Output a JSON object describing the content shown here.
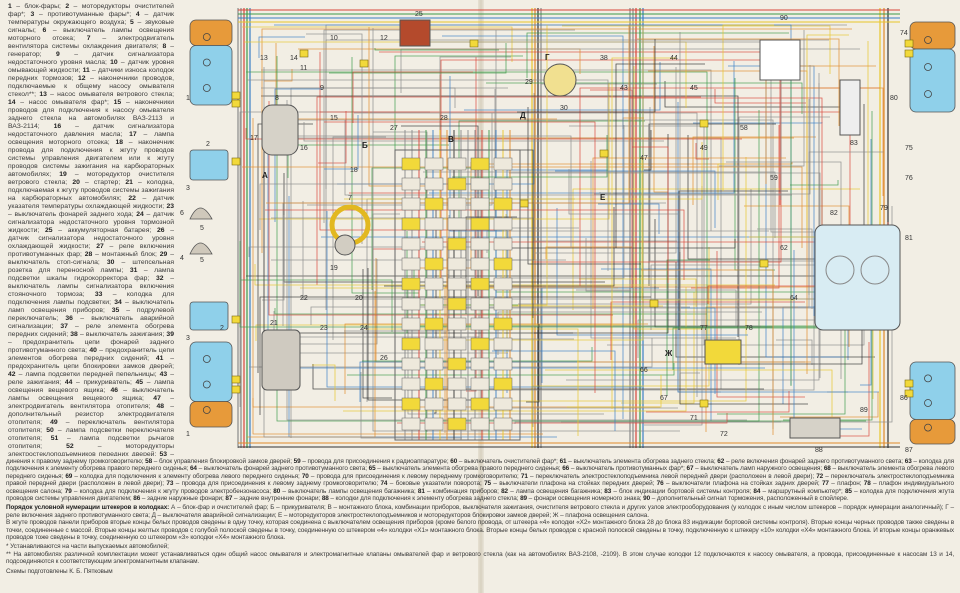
{
  "legend_column": [
    {
      "num": "1",
      "text": "блок-фары;"
    },
    {
      "num": "2",
      "text": "моторедукторы очистителей фар*;"
    },
    {
      "num": "3",
      "text": "противотуманные фары*;"
    },
    {
      "num": "4",
      "text": "датчик температуры окружающего воздуха;"
    },
    {
      "num": "5",
      "text": "звуковые сигналы;"
    },
    {
      "num": "6",
      "text": "выключатель лампы освещения моторного отсека;"
    },
    {
      "num": "7",
      "text": "электродвигатель вентилятора системы охлаждения двигателя;"
    },
    {
      "num": "8",
      "text": "генератор;"
    },
    {
      "num": "9",
      "text": "датчик сигнализатора недостаточного уровня масла;"
    },
    {
      "num": "10",
      "text": "датчик уровня омывающей жидкости;"
    },
    {
      "num": "11",
      "text": "датчики износа колодок передних тормозов;"
    },
    {
      "num": "12",
      "text": "наконечники проводов, подключаемые к общему насосу омывателя стекол**;"
    },
    {
      "num": "13",
      "text": "насос омывателя ветрового стекла;"
    },
    {
      "num": "14",
      "text": "насос омывателя фар*;"
    },
    {
      "num": "15",
      "text": "наконечники проводов для подключения к насосу омывателя заднего стекла на автомобилях ВАЗ-2113 и ВАЗ-2114;"
    },
    {
      "num": "16",
      "text": "датчик сигнализатора недостаточного давления масла;"
    },
    {
      "num": "17",
      "text": "лампа освещения моторного отсека;"
    },
    {
      "num": "18",
      "text": "наконечник провода для подключения к жгуту проводов системы управления двигателем или к жгуту проводов системы зажигания на карбюраторных автомобилях;"
    },
    {
      "num": "19",
      "text": "моторедуктор очистителя ветрового стекла;"
    },
    {
      "num": "20",
      "text": "стартер;"
    },
    {
      "num": "21",
      "text": "колодка, подключаемая к жгуту проводов системы зажигания на карбюраторных автомобилях;"
    },
    {
      "num": "22",
      "text": "датчик указателя температуры охлаждающей жидкости;"
    },
    {
      "num": "23",
      "text": "выключатель фонарей заднего хода;"
    },
    {
      "num": "24",
      "text": "датчик сигнализатора недостаточного уровня тормозной жидкости;"
    },
    {
      "num": "25",
      "text": "аккумуляторная батарея;"
    },
    {
      "num": "26",
      "text": "датчик сигнализатора недостаточного уровня охлаждающей жидкости;"
    },
    {
      "num": "27",
      "text": "реле включения противотуманных фар;"
    },
    {
      "num": "28",
      "text": "монтажный блок;"
    },
    {
      "num": "29",
      "text": "выключатель стоп-сигнала;"
    },
    {
      "num": "30",
      "text": "штепсельная розетка для переносной лампы;"
    },
    {
      "num": "31",
      "text": "лампа подсветки шкалы гидрокорректора фар;"
    },
    {
      "num": "32",
      "text": "выключатель лампы сигнализатора включения стояночного тормоза;"
    },
    {
      "num": "33",
      "text": "колодка для подключения лампы подсветки;"
    },
    {
      "num": "34",
      "text": "выключатель ламп освещения приборов;"
    },
    {
      "num": "35",
      "text": "подрулевой переключатель;"
    },
    {
      "num": "36",
      "text": "выключатель аварийной сигнализации;"
    },
    {
      "num": "37",
      "text": "реле элемента обогрева передних сидений;"
    },
    {
      "num": "38",
      "text": "выключатель зажигания;"
    },
    {
      "num": "39",
      "text": "предохранитель цепи фонарей заднего противотуманного света;"
    },
    {
      "num": "40",
      "text": "предохранитель цепи элементов обогрева передних сидений;"
    },
    {
      "num": "41",
      "text": "предохранитель цепи блокировки замков дверей;"
    },
    {
      "num": "42",
      "text": "лампа подсветки передней пепельницы;"
    },
    {
      "num": "43",
      "text": "реле зажигания;"
    },
    {
      "num": "44",
      "text": "прикуриватель;"
    },
    {
      "num": "45",
      "text": "лампа освещения вещевого ящика;"
    },
    {
      "num": "46",
      "text": "выключатель лампы освещения вещевого ящика;"
    },
    {
      "num": "47",
      "text": "электродвигатель вентилятора отопителя;"
    },
    {
      "num": "48",
      "text": "дополнительный резистор электродвигателя отопителя;"
    },
    {
      "num": "49",
      "text": "переключатель вентилятора отопителя;"
    },
    {
      "num": "50",
      "text": "лампа подсветки переключателя отопителя;"
    },
    {
      "num": "51",
      "text": "лампа подсветки рычагов отопителя;"
    },
    {
      "num": "52",
      "text": "моторедукторы электростеклоподъемников передних дверей;"
    },
    {
      "num": "53",
      "text": "переключатель электростеклоподъемника правой передней двери (расположен в правой двери);"
    },
    {
      "num": "54",
      "text": "моторедукторы блокировки замков передних дверей;"
    },
    {
      "num": "55",
      "text": "провода для присоединения к правому переднему громкоговорителю;"
    },
    {
      "num": "56",
      "text": "моторедукторы блокировки замков задних дверей;"
    },
    {
      "num": "57",
      "text": "провода для присое-"
    }
  ],
  "legend_bottom_lead": "динения к правому заднему громкоговорителю;",
  "legend_bottom": [
    {
      "num": "58",
      "text": "блок управления блокировкой замков дверей;"
    },
    {
      "num": "59",
      "text": "провода для присоединения к радиоаппаратуре;"
    },
    {
      "num": "60",
      "text": "выключатель очистителей фар*;"
    },
    {
      "num": "61",
      "text": "выключатель элемента обогрева заднего стекла;"
    },
    {
      "num": "62",
      "text": "реле включения фонарей заднего противотуманного света;"
    },
    {
      "num": "63",
      "text": "колодка для подключения к элементу обогрева правого переднего сиденья;"
    },
    {
      "num": "64",
      "text": "выключатель фонарей заднего противотуманного света;"
    },
    {
      "num": "65",
      "text": "выключатель элемента обогрева правого переднего сиденья;"
    },
    {
      "num": "66",
      "text": "выключатель противотуманных фар*;"
    },
    {
      "num": "67",
      "text": "выключатель ламп наружного освещения;"
    },
    {
      "num": "68",
      "text": "выключатель элемента обогрева левого переднего сиденья;"
    },
    {
      "num": "69",
      "text": "колодка для подключения к элементу обогрева левого переднего сиденья;"
    },
    {
      "num": "70",
      "text": "провода для присоединения к левому переднему громкоговорителю;"
    },
    {
      "num": "71",
      "text": "переключатель электростеклоподъемника левой передней двери (расположен в левой двери);"
    },
    {
      "num": "72",
      "text": "переключатель электростеклоподъемника правой передней двери (расположен в левой двери);"
    },
    {
      "num": "73",
      "text": "провода для присоединения к левому заднему громкоговорителю;"
    },
    {
      "num": "74",
      "text": "боковые указатели поворота;"
    },
    {
      "num": "75",
      "text": "выключатели плафона на стойках передних дверей;"
    },
    {
      "num": "76",
      "text": "выключатели плафона на стойках задних дверей;"
    },
    {
      "num": "77",
      "text": "плафон;"
    },
    {
      "num": "78",
      "text": "плафон индивидуального освещения салона;"
    },
    {
      "num": "79",
      "text": "колодка для подключения к жгуту проводов электробензонасоса;"
    },
    {
      "num": "80",
      "text": "выключатель лампы освещения багажника;"
    },
    {
      "num": "81",
      "text": "комбинация приборов;"
    },
    {
      "num": "82",
      "text": "лампа освещения багажника;"
    },
    {
      "num": "83",
      "text": "блок индикации бортовой системы контроля;"
    },
    {
      "num": "84",
      "text": "маршрутный компьютер*;"
    },
    {
      "num": "85",
      "text": "колодка для подключения жгута проводов системы управления двигателем;"
    },
    {
      "num": "86",
      "text": "задние наружные фонари;"
    },
    {
      "num": "87",
      "text": "задние внутренние фонари;"
    },
    {
      "num": "88",
      "text": "колодки для подключения к элементу обогрева заднего стекла;"
    },
    {
      "num": "89",
      "text": "фонари освещения номерного знака;"
    },
    {
      "num": "90",
      "text": "дополнительный сигнал торможения, расположенный в спойлере."
    }
  ],
  "order": {
    "heading": "Порядок условной нумерации штекеров в колодках:",
    "text": "А – блок-фар и очистителей фар; Б – прикуривателя; В – монтажного блока, комбинации приборов, выключателя зажигания, очистителя ветрового стекла и других узлов электрооборудования (у колодок с иным числом штекеров – порядок нумерации аналогичный); Г – реле включения заднего противотуманного света; Д – выключателя аварийной сигнализации; Е – моторедукторов электростеклоподъемников и моторедукторов блокировки замков дверей; Ж – плафона освещения салона.",
    "harness": "В жгуте проводов панели приборов вторые концы белых проводов сведены в одну точку, которая соединена с выключателем освещения приборов (кроме белого провода, от штекера «4» колодки «Х2» монтажного блока 28 до блока 83 индикации бортовой системы контроля). Вторые концы черных проводов также сведены в точки, соединенные с массой. Вторые концы желтых проводов с голубой полоской сведены в точку, соединенную со штекером «4» колодки «Х1» монтажного блока. Вторые концы белых проводов с красной полоской сведены в точку, подключенную к штекеру «10» колодки «Х4» монтажного блока. И вторые концы оранжевых проводов тоже сведены в точку, соединенную со штекером «3» колодки «Х4» монтажного блока."
  },
  "footnotes": [
    "* Устанавливаются на части выпускаемых автомобилей;",
    "** На автомобилях различной комплектации может устанавливаться один общий насос омывателя и электромагнитные клапаны омывателей фар и ветрового стекла (как на автомобилях ВАЗ-2108, -2109). В этом случае колодки 12 подключаются к насосу омывателя, а провода, присоединенные к насосам 13 и 14, подсоединяются к соответствующим электромагнитным клапанам."
  ],
  "credit": "Схемы подготовлены К. Б. Пятковым",
  "diagram": {
    "component_labels": [
      "1",
      "2",
      "3",
      "4",
      "5",
      "5",
      "6",
      "1",
      "3",
      "2",
      "7",
      "8",
      "9",
      "10",
      "11",
      "12",
      "13",
      "14",
      "15",
      "16",
      "17",
      "18",
      "19",
      "20",
      "21",
      "22",
      "23",
      "24",
      "25",
      "26",
      "27",
      "28",
      "29",
      "30",
      "38",
      "43",
      "44",
      "45",
      "47",
      "49",
      "58",
      "59",
      "62",
      "64",
      "66",
      "67",
      "71",
      "72",
      "74",
      "75",
      "76",
      "77",
      "78",
      "79",
      "80",
      "81",
      "82",
      "83",
      "86",
      "87",
      "88",
      "89",
      "90"
    ],
    "connector_letters": [
      "А",
      "Б",
      "В",
      "Г",
      "Д",
      "Е",
      "Ж"
    ],
    "colors": {
      "paper": "#f2eee4",
      "lamp_orange": "#e79a3a",
      "lamp_blue": "#8fd0ea",
      "connector_yellow": "#f2d93a",
      "wire_gray": "#8a8a8a",
      "wire_red": "#d8453a",
      "wire_green": "#3d9a4a",
      "wire_blue": "#3a7fc6",
      "wire_yellow": "#e8c62a",
      "wire_orange": "#e08a2a",
      "wire_black": "#333333"
    }
  }
}
